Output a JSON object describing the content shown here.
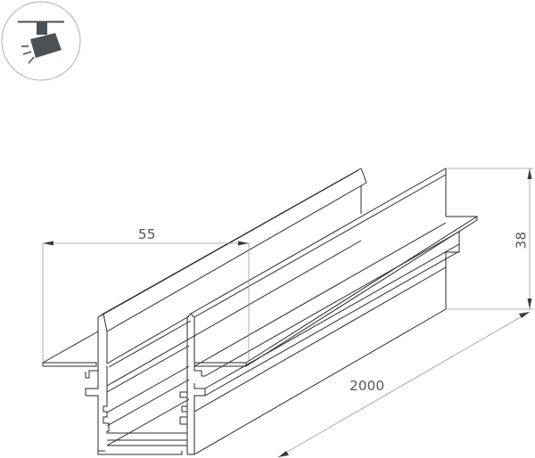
{
  "icon": {
    "name": "track-spotlight-icon",
    "circle_stroke": "#b0b0b0",
    "fill": "#4a5157"
  },
  "dimensions": {
    "width_label": "55",
    "height_label": "38",
    "length_label": "2000"
  },
  "colors": {
    "outline": "#2a2a2a",
    "dimension_line": "#9a9a9a",
    "dimension_text": "#555555",
    "background": "#ffffff"
  }
}
